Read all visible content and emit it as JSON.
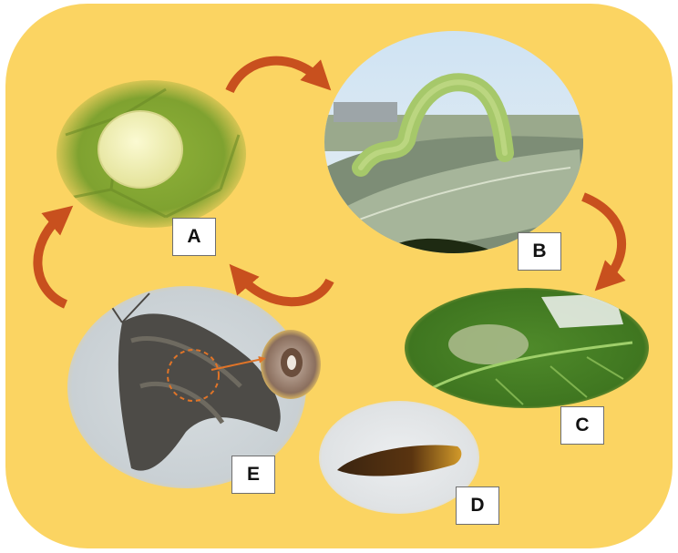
{
  "stages": [
    {
      "id": "A",
      "label": "A",
      "subject": "egg"
    },
    {
      "id": "B",
      "label": "B",
      "subject": "larva-on-leaf"
    },
    {
      "id": "C",
      "label": "C",
      "subject": "larva-in-rolled-leaf"
    },
    {
      "id": "D",
      "label": "D",
      "subject": "pupa"
    },
    {
      "id": "E",
      "label": "E",
      "subject": "adult-moth"
    }
  ],
  "colors": {
    "background": "#fbd462",
    "arrow": "#c8501e",
    "label_border": "#6e6e6e"
  }
}
